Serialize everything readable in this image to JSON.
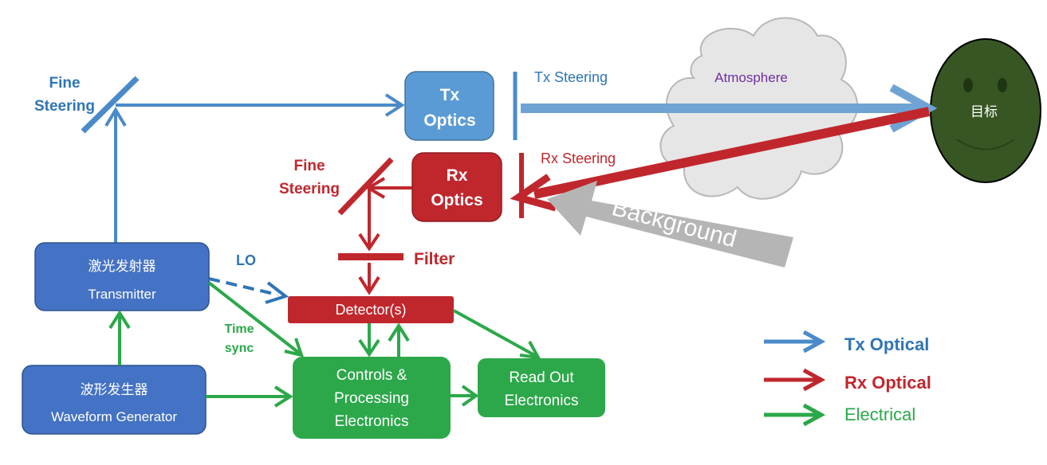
{
  "colors": {
    "tx": "#4a8ac9",
    "tx_light": "#6fa3d4",
    "rx": "#c0272d",
    "electrical": "#2ca84a",
    "box_blue": "#4472c4",
    "cloud": "#e6e6e6",
    "target": "#375623",
    "background_arrow": "#b5b5b5"
  },
  "labels": {
    "fine_steering_tx": [
      "Fine",
      "Steering"
    ],
    "fine_steering_rx": [
      "Fine",
      "Steering"
    ],
    "tx_steering": "Tx Steering",
    "rx_steering": "Rx Steering",
    "atmosphere": "Atmosphere",
    "background": "Background",
    "filter": "Filter",
    "lo": "LO",
    "time_sync": [
      "Time",
      "sync"
    ]
  },
  "boxes": {
    "tx_optics": [
      "Tx",
      "Optics"
    ],
    "rx_optics": [
      "Rx",
      "Optics"
    ],
    "transmitter": [
      "激光发射器",
      "Transmitter"
    ],
    "waveform": [
      "波形发生器",
      "Waveform Generator"
    ],
    "detector": "Detector(s)",
    "controls": [
      "Controls &",
      "Processing",
      "Electronics"
    ],
    "readout": [
      "Read Out",
      "Electronics"
    ]
  },
  "target": {
    "label": "目标"
  },
  "legend": [
    {
      "label": "Tx Optical",
      "color": "#4a8ac9"
    },
    {
      "label": "Rx Optical",
      "color": "#c0272d"
    },
    {
      "label": "Electrical",
      "color": "#2ca84a"
    }
  ],
  "icons": [
    "cloud-icon",
    "smiley-face-icon",
    "mirror-icon"
  ]
}
